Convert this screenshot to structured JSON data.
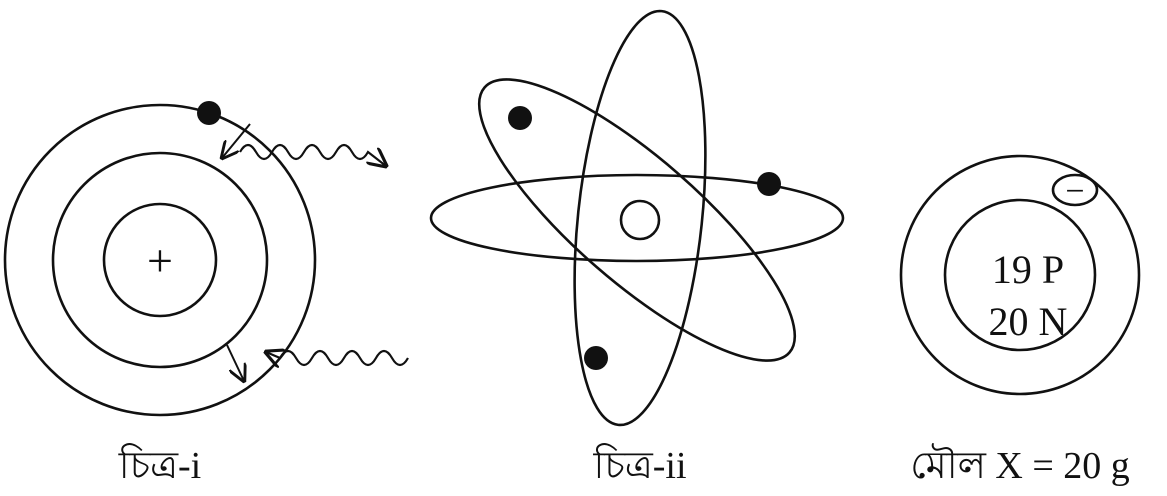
{
  "figures": [
    {
      "id": "fig1",
      "caption": "চিত্র-i",
      "nucleus_symbol": "+",
      "orbit_count": 3,
      "electron_count": 1,
      "photon_arrows": [
        "emission",
        "absorption"
      ]
    },
    {
      "id": "fig2",
      "caption": "চিত্র-ii",
      "orbit_count": 3,
      "electron_count": 3
    },
    {
      "id": "fig3",
      "caption": "মৌল X = 20 g",
      "electron_symbol": "−",
      "nucleus_protons": "19 P",
      "nucleus_neutrons": "20 N"
    }
  ],
  "colors": {
    "ink": "#111111",
    "background": "#ffffff"
  }
}
